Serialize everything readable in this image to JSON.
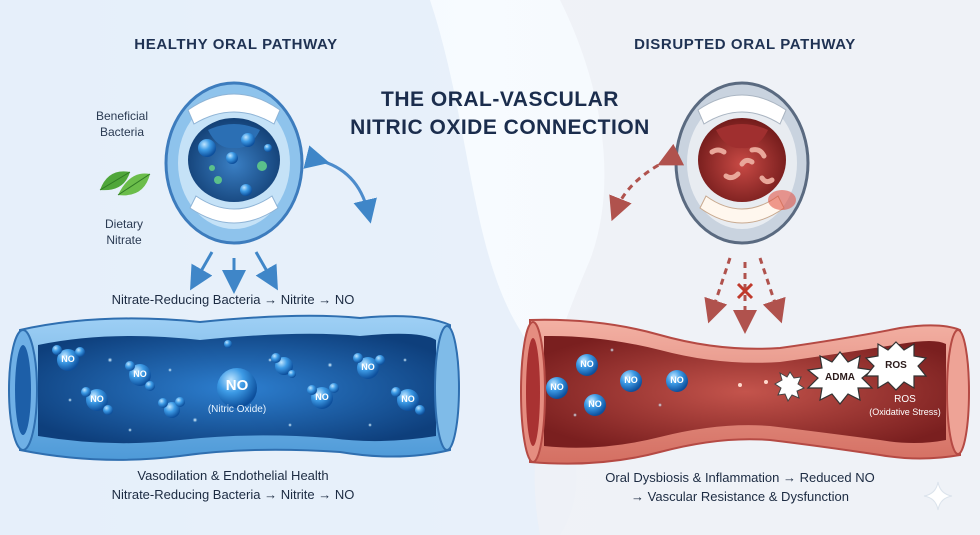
{
  "title": {
    "line1": "THE ORAL-VASCULAR",
    "line2": "NITRIC OXIDE CONNECTION"
  },
  "healthy": {
    "heading": "HEALTHY ORAL PATHWAY",
    "beneficial_line1": "Beneficial",
    "beneficial_line2": "Bacteria",
    "dietary_line1": "Dietary",
    "dietary_line2": "Nitrate",
    "pathway_caption": "Nitrate-Reducing Bacteria → Nitrite → NO",
    "molecule_label": "NO",
    "center_molecule": "NO",
    "center_subtitle": "(Nitric Oxide)",
    "bottom_line1": "Vasodilation & Endothelial Health",
    "bottom_line2": "Nitrate-Reducing Bacteria → Nitrite → NO"
  },
  "disrupted": {
    "heading": "DISRUPTED ORAL PATHWAY",
    "molecule_label": "NO",
    "adma_label": "ADMA",
    "ros_label": "ROS",
    "ros_caption": "ROS",
    "ros_subcaption": "(Oxidative Stress)",
    "bottom_line1": "Oral Dysbiosis & Inflammation → Reduced NO",
    "bottom_line2": "→ Vascular Resistance & Dysfunction"
  },
  "colors": {
    "healthy_blue": "#2e7fd1",
    "vessel_blue": "#1d5fa8",
    "disrupted_red": "#b73a3a",
    "vessel_red": "#c9473f",
    "leaf_green": "#4fa63a"
  },
  "icons": [
    "leaf-icon",
    "mouth-icon",
    "blood-vessel-icon",
    "arrow-icon",
    "block-x-icon",
    "sparkle-icon"
  ]
}
